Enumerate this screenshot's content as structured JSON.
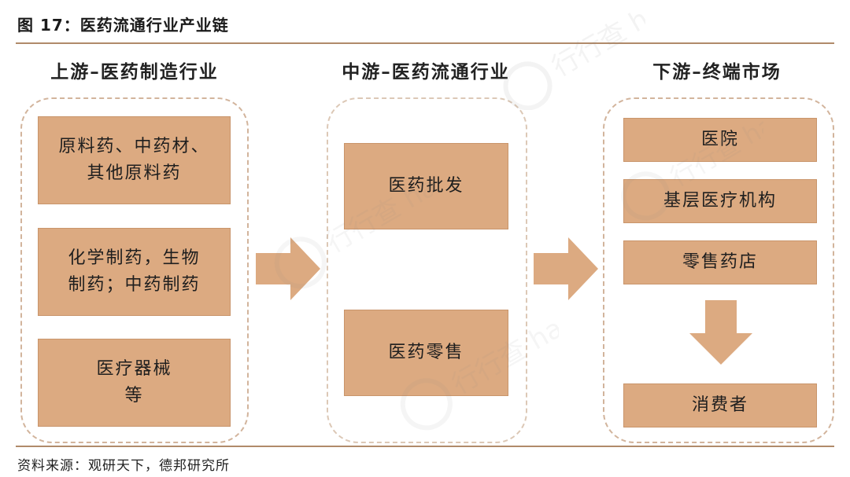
{
  "figure": {
    "title": "图 17：医药流通行业产业链",
    "source": "资料来源：观研天下，德邦研究所"
  },
  "columns": [
    {
      "heading": "上游–医药制造行业",
      "boxes": [
        "原料药、中药材、\n其他原料药",
        "化学制药，生物\n制药；中药制药",
        "医疗器械\n等"
      ]
    },
    {
      "heading": "中游–医药流通行业",
      "boxes": [
        "医药批发",
        "医药零售"
      ]
    },
    {
      "heading": "下游–终端市场",
      "boxes": [
        "医院",
        "基层医疗机构",
        "零售药店",
        "消费者"
      ]
    }
  ],
  "colors": {
    "box_fill": "#dcaa81",
    "arrow_fill": "#dcaa81",
    "border": "#d2b49c",
    "rule": "#b08a6a"
  },
  "watermark_text": "行行查 hanghangcha.com"
}
